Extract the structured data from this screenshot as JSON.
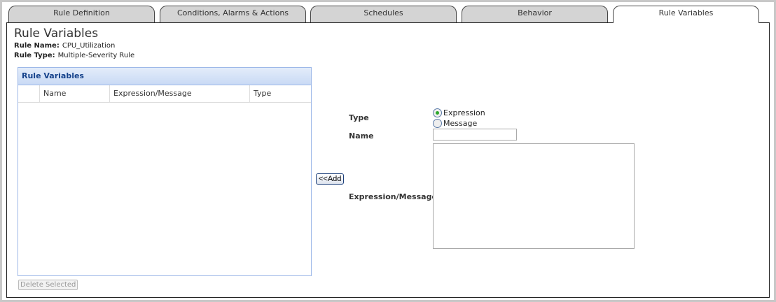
{
  "tabs": [
    {
      "label": "Rule Definition"
    },
    {
      "label": "Conditions, Alarms & Actions"
    },
    {
      "label": "Schedules"
    },
    {
      "label": "Behavior"
    },
    {
      "label": "Rule Variables",
      "active": true
    }
  ],
  "page": {
    "title": "Rule Variables",
    "rule_name_label": "Rule Name:",
    "rule_name": "CPU_Utilization",
    "rule_type_label": "Rule Type:",
    "rule_type": "Multiple-Severity Rule"
  },
  "grid": {
    "title": "Rule Variables",
    "columns": [
      "",
      "Name",
      "Expression/Message",
      "Type"
    ],
    "rows": [],
    "delete_label": "Delete Selected"
  },
  "form": {
    "type_label": "Type",
    "type_options": [
      "Expression",
      "Message"
    ],
    "type_selected": "Expression",
    "name_label": "Name",
    "name_value": "",
    "expr_label": "Expression/Message",
    "expr_value": "",
    "add_label": "<<Add"
  }
}
